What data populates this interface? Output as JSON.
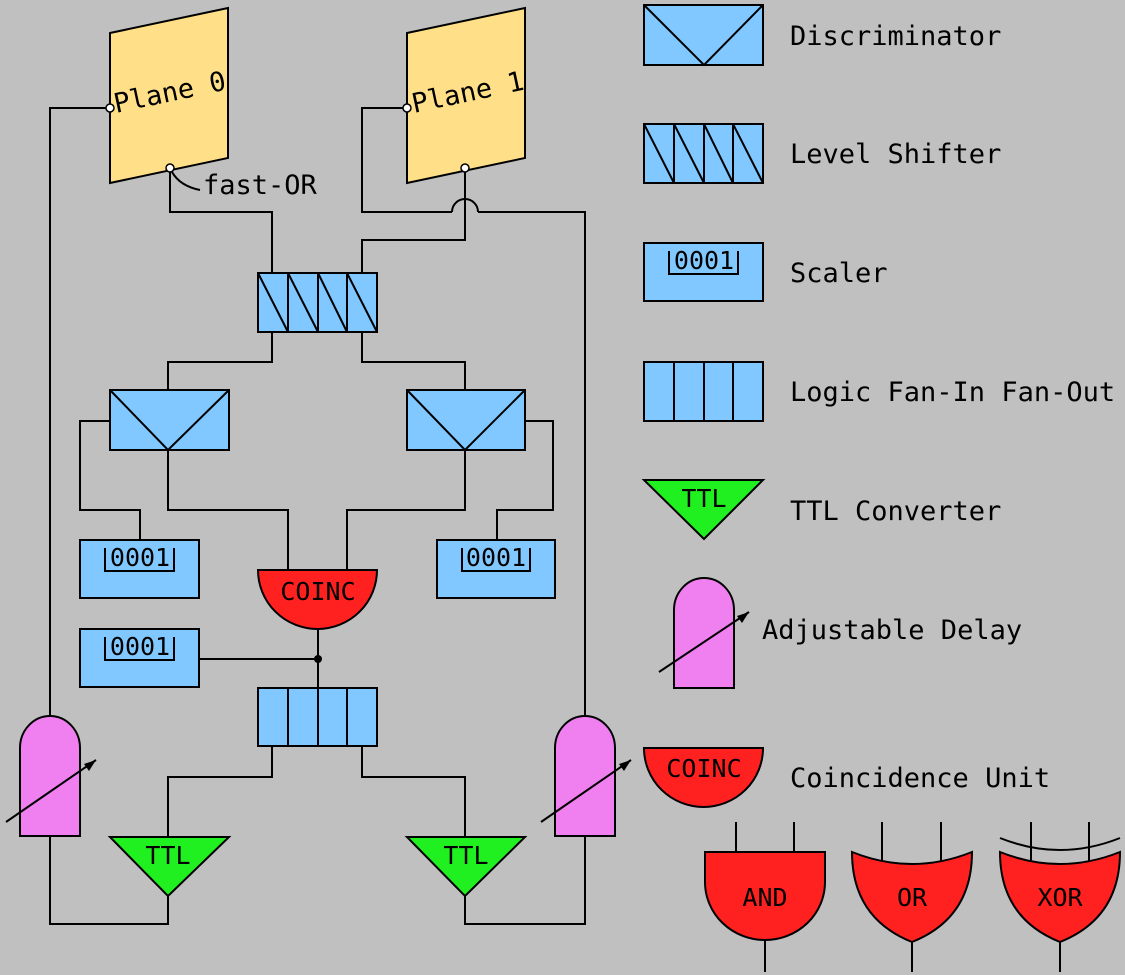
{
  "planes": {
    "plane0": "Plane 0",
    "plane1": "Plane 1",
    "fast_or": "fast-OR"
  },
  "blocks": {
    "scaler_value": "0001",
    "ttl": "TTL",
    "coinc": "COINC"
  },
  "legend": {
    "discriminator": "Discriminator",
    "level_shifter": "Level Shifter",
    "scaler": "Scaler",
    "logic_fan": "Logic Fan-In Fan-Out",
    "ttl_converter": "TTL Converter",
    "adjustable_delay": "Adjustable Delay",
    "coincidence_unit": "Coincidence Unit"
  },
  "gates": {
    "and": "AND",
    "or": "OR",
    "xor": "XOR"
  },
  "colors": {
    "background": "#c0c0c0",
    "plane": "#ffe088",
    "module": "#80c8ff",
    "ttl": "#20f020",
    "delay": "#f080f0",
    "coinc": "#ff2020"
  }
}
